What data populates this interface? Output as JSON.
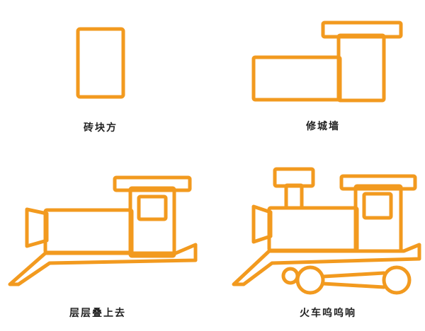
{
  "colors": {
    "stroke": "#f29a1f",
    "caption": "#222222",
    "background": "#ffffff"
  },
  "steps": [
    {
      "caption": "砖块方"
    },
    {
      "caption": "修城墙"
    },
    {
      "caption": "层层叠上去"
    },
    {
      "caption": "火车呜呜响"
    }
  ]
}
